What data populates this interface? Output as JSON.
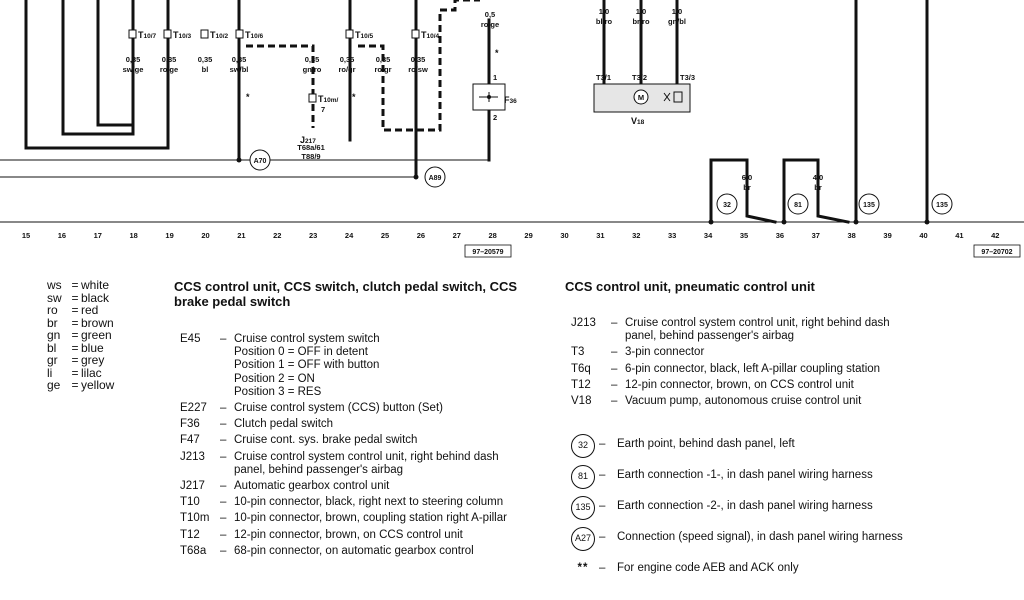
{
  "diagram": {
    "connectors": [
      {
        "id": "T10/7",
        "main": "T",
        "sub": "10/7"
      },
      {
        "id": "T10/3",
        "main": "T",
        "sub": "10/3"
      },
      {
        "id": "T10/2",
        "main": "T",
        "sub": "10/2"
      },
      {
        "id": "T10/6",
        "main": "T",
        "sub": "10/6"
      },
      {
        "id": "T10/5",
        "main": "T",
        "sub": "10/5"
      },
      {
        "id": "T10/4",
        "main": "T",
        "sub": "10/4"
      },
      {
        "id": "T10m/7",
        "main": "T",
        "sub": "10m/"
      },
      {
        "id": "T3/1",
        "main": "T3/1",
        "sub": ""
      },
      {
        "id": "T3/2",
        "main": "T3/2",
        "sub": ""
      },
      {
        "id": "T3/3",
        "main": "T3/3",
        "sub": ""
      }
    ],
    "t10m_pin": "7",
    "wires": [
      {
        "size": "0,35",
        "color": "sw/ge"
      },
      {
        "size": "0,35",
        "color": "ro/ge"
      },
      {
        "size": "0,35",
        "color": "bl"
      },
      {
        "size": "0,35",
        "color": "sw/bl"
      },
      {
        "size": "0,35",
        "color": "gn/ro"
      },
      {
        "size": "0,35",
        "color": "ro/gr"
      },
      {
        "size": "0,35",
        "color": "ro/gr"
      },
      {
        "size": "0,35",
        "color": "ro/sw"
      },
      {
        "size": "0,5",
        "color": "ro/ge"
      },
      {
        "size": "1,0",
        "color": "bl/ro"
      },
      {
        "size": "1,0",
        "color": "br/ro"
      },
      {
        "size": "1,0",
        "color": "gn/bl"
      },
      {
        "size": "6,0",
        "color": "br"
      },
      {
        "size": "4,0",
        "color": "br"
      }
    ],
    "components": {
      "j217": {
        "name": "J",
        "sub": "217",
        "lines": [
          "T68a/61",
          "T88/9"
        ]
      },
      "f36": {
        "name": "F",
        "sub": "36",
        "pin_top": "1",
        "pin_bottom": "2"
      },
      "v18": {
        "name": "V",
        "sub": "18",
        "motor": "M"
      }
    },
    "asterisk": "*",
    "circles": [
      "A70",
      "A89",
      "32",
      "81",
      "135",
      "135"
    ],
    "scale": [
      "15",
      "16",
      "17",
      "18",
      "19",
      "20",
      "21",
      "22",
      "23",
      "24",
      "25",
      "26",
      "27",
      "28",
      "29",
      "30",
      "31",
      "32",
      "33",
      "34",
      "35",
      "36",
      "37",
      "38",
      "39",
      "40",
      "41",
      "42"
    ],
    "refs": [
      "97–20579",
      "97–20702"
    ]
  },
  "colors_legend": [
    {
      "k": "ws",
      "v": "white"
    },
    {
      "k": "sw",
      "v": "black"
    },
    {
      "k": "ro",
      "v": "red"
    },
    {
      "k": "br",
      "v": "brown"
    },
    {
      "k": "gn",
      "v": "green"
    },
    {
      "k": "bl",
      "v": "blue"
    },
    {
      "k": "gr",
      "v": "grey"
    },
    {
      "k": "li",
      "v": "lilac"
    },
    {
      "k": "ge",
      "v": "yellow"
    }
  ],
  "section1": {
    "title": "CCS control unit, CCS switch, clutch pedal switch, CCS brake pedal switch",
    "items": [
      {
        "code": "E45",
        "desc": "Cruise control system switch"
      },
      {
        "code": "",
        "desc": "Position 0 = OFF in detent"
      },
      {
        "code": "",
        "desc": "Position 1 = OFF with button"
      },
      {
        "code": "",
        "desc": "Position 2 = ON"
      },
      {
        "code": "",
        "desc": "Position 3 = RES"
      },
      {
        "code": "E227",
        "desc": "Cruise control system (CCS) button (Set)"
      },
      {
        "code": "F36",
        "desc": "Clutch pedal switch"
      },
      {
        "code": "F47",
        "desc": "Cruise cont. sys. brake pedal switch"
      },
      {
        "code": "J213",
        "desc": "Cruise control system control unit, right behind dash panel, behind passenger's airbag"
      },
      {
        "code": "J217",
        "desc": "Automatic gearbox control unit"
      },
      {
        "code": "T10",
        "desc": "10-pin connector, black, right next to steering column"
      },
      {
        "code": "T10m",
        "desc": "10-pin connector, brown, coupling station right A-pillar"
      },
      {
        "code": "T12",
        "desc": "12-pin connector, brown, on CCS control unit"
      },
      {
        "code": "T68a",
        "desc": "68-pin connector, on automatic gearbox control"
      }
    ]
  },
  "section2": {
    "title": "CCS control unit, pneumatic control unit",
    "items": [
      {
        "code": "J213",
        "desc": "Cruise control system control unit, right behind dash panel, behind passenger's airbag"
      },
      {
        "code": "T3",
        "desc": "3-pin connector"
      },
      {
        "code": "T6q",
        "desc": "6-pin connector, black, left A-pillar coupling station"
      },
      {
        "code": "T12",
        "desc": "12-pin connector, brown, on CCS control unit"
      },
      {
        "code": "V18",
        "desc": "Vacuum pump, autonomous cruise control unit"
      }
    ],
    "earth": [
      {
        "code": "32",
        "desc": "Earth point, behind dash panel, left"
      },
      {
        "code": "81",
        "desc": "Earth connection -1-, in dash panel wiring harness"
      },
      {
        "code": "135",
        "desc": "Earth connection -2-, in dash panel wiring harness"
      },
      {
        "code": "A27",
        "desc": "Connection (speed signal), in dash panel wiring harness"
      }
    ],
    "note_code": "**",
    "note": "For engine code AEB and ACK only"
  },
  "dash": "–"
}
